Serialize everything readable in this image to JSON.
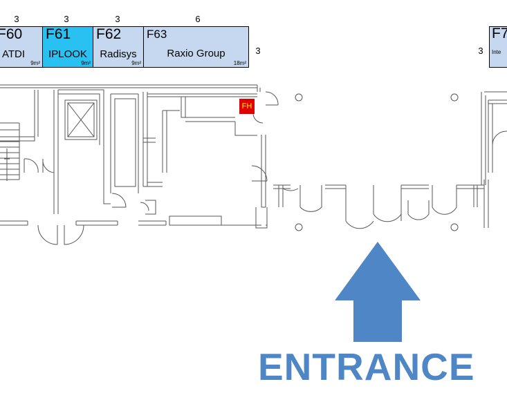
{
  "booths": [
    {
      "code": "F60",
      "company": "ATDI",
      "area": "9m²",
      "width_label": "3"
    },
    {
      "code": "F61",
      "company": "IPLOOK",
      "area": "9m²",
      "width_label": "3"
    },
    {
      "code": "F62",
      "company": "Radisys",
      "area": "9m²",
      "width_label": "3"
    },
    {
      "code": "F63",
      "company": "Raxio Group",
      "area": "18m²",
      "width_label": "6",
      "side_label": "3"
    },
    {
      "code": "F7",
      "company": "Inte",
      "side_label": "3"
    }
  ],
  "fire_hydrant": {
    "label": "FH"
  },
  "entrance": {
    "label": "ENTRANCE"
  },
  "colors": {
    "booth": "#c5d8f0",
    "highlight": "#29c1f1",
    "entrance": "#4f86c6",
    "fire_hydrant": "#e00000"
  }
}
